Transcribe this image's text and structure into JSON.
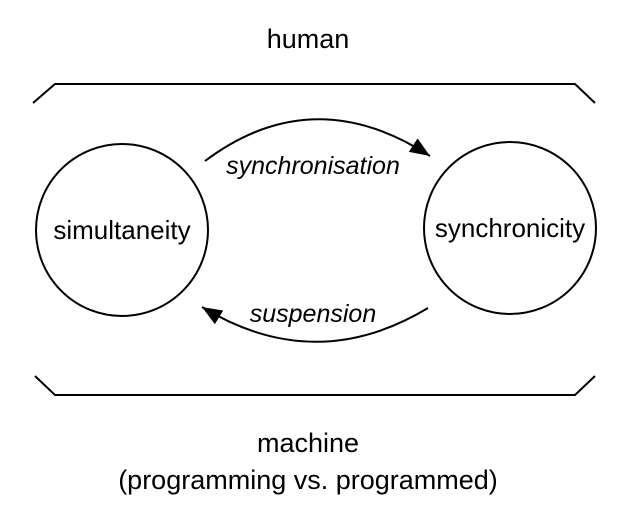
{
  "diagram": {
    "top_label": "human",
    "bottom_label": "machine",
    "bottom_sublabel": "(programming vs. programmed)",
    "left_node": "simultaneity",
    "right_node": "synchronicity",
    "top_arrow_label": "synchronisation",
    "bottom_arrow_label": "suspension",
    "colors": {
      "stroke": "#000000",
      "text": "#000000",
      "background": "#ffffff"
    }
  }
}
